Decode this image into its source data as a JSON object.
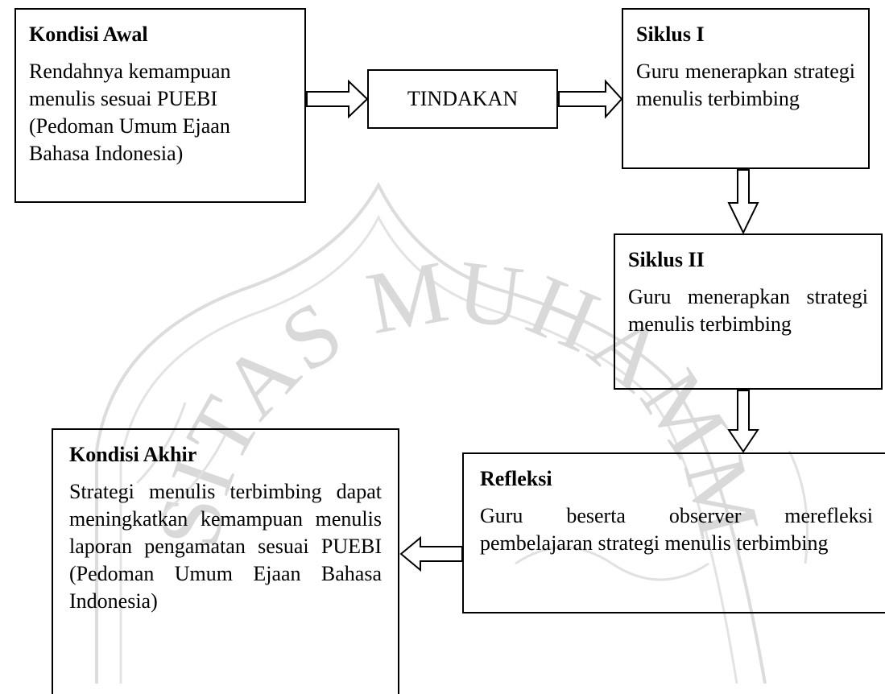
{
  "watermark": {
    "text": "UNIVERSITAS MUHAMMADIYAH",
    "color": "#d8d8d8"
  },
  "kondisi_awal": {
    "title": "Kondisi Awal",
    "body": "Rendahnya kemampuan menulis sesuai PUEBI (Pedoman Umum Ejaan Bahasa Indonesia)"
  },
  "tindakan": {
    "label": "TINDAKAN"
  },
  "siklus_1": {
    "title": "Siklus I",
    "body": "Guru menerapkan strategi menulis terbimbing"
  },
  "siklus_2": {
    "title": "Siklus II",
    "body": "Guru menerapkan strategi menulis terbimbing"
  },
  "refleksi": {
    "title": "Refleksi",
    "body": "Guru beserta observer merefleksi pembelajaran strategi menulis terbimbing"
  },
  "kondisi_akhir": {
    "title": "Kondisi Akhir",
    "body": "Strategi menulis terbimbing dapat meningkatkan kemampuan menulis laporan pengamatan sesuai PUEBI (Pedoman Umum Ejaan Bahasa Indonesia)"
  }
}
